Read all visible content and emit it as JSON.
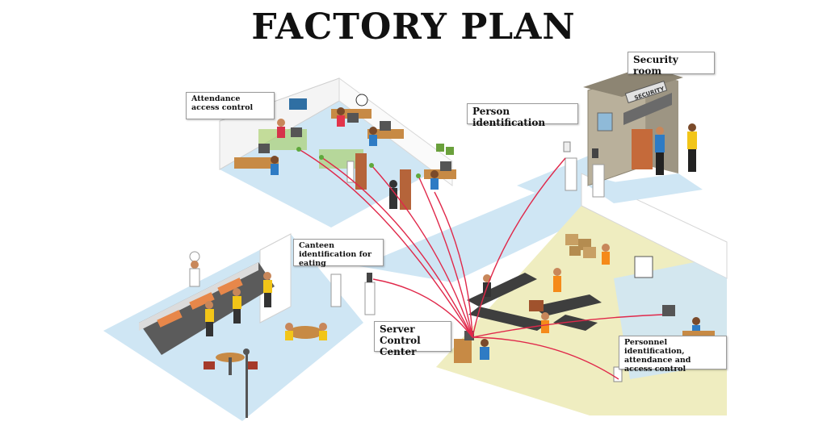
{
  "title": "FACTORY PLAN",
  "labels": {
    "security_room": "Security room",
    "person_identification": "Person identification",
    "attendance_access_control": "Attendance access control",
    "canteen_identification": "Canteen identification for eating",
    "server_control_center": "Server Control Center",
    "personnel_identification": "Personnel identification, attendance and access control",
    "security_sign": "SECURITY"
  },
  "colors": {
    "floor_blue": "#cfe6f4",
    "floor_yellow": "#efedc0",
    "wall": "#ffffff",
    "connection_line": "#e0284a",
    "uniform_yellow": "#f2c518",
    "security_building": "#b9b09b"
  }
}
